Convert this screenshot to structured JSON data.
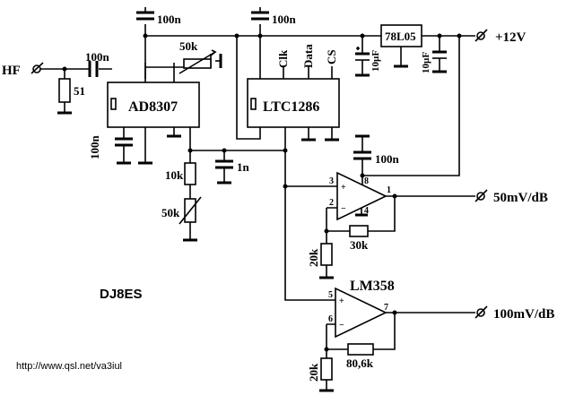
{
  "labels": {
    "hf": "HF",
    "vcc": "+12V",
    "out1": "50mV/dB",
    "out2": "100mV/dB",
    "author": "DJ8ES",
    "url": "http://www.qsl.net/va3iul"
  },
  "components": {
    "ad8307": "AD8307",
    "ltc1286": "LTC1286",
    "reg": "78L05",
    "lm358": "LM358",
    "c_in": "100n",
    "c_top1": "100n",
    "c_top2": "100n",
    "c_left": "100n",
    "c_opamp": "100n",
    "c_1n": "1n",
    "c_10u_a": "10µF",
    "c_10u_b": "10µF",
    "r51": "51",
    "pot50k_top": "50k",
    "r10k": "10k",
    "pot50k_mid": "50k",
    "r20k_a": "20k",
    "r30k": "30k",
    "r20k_b": "20k",
    "r80k": "80,6k"
  },
  "pins": {
    "clk": "Clk",
    "data": "Data",
    "cs": "CS",
    "p3": "3",
    "p2": "2",
    "p8": "8",
    "p4": "4",
    "p1": "1",
    "p5": "5",
    "p6": "6",
    "p7": "7",
    "plus": "+",
    "minus": "−"
  }
}
